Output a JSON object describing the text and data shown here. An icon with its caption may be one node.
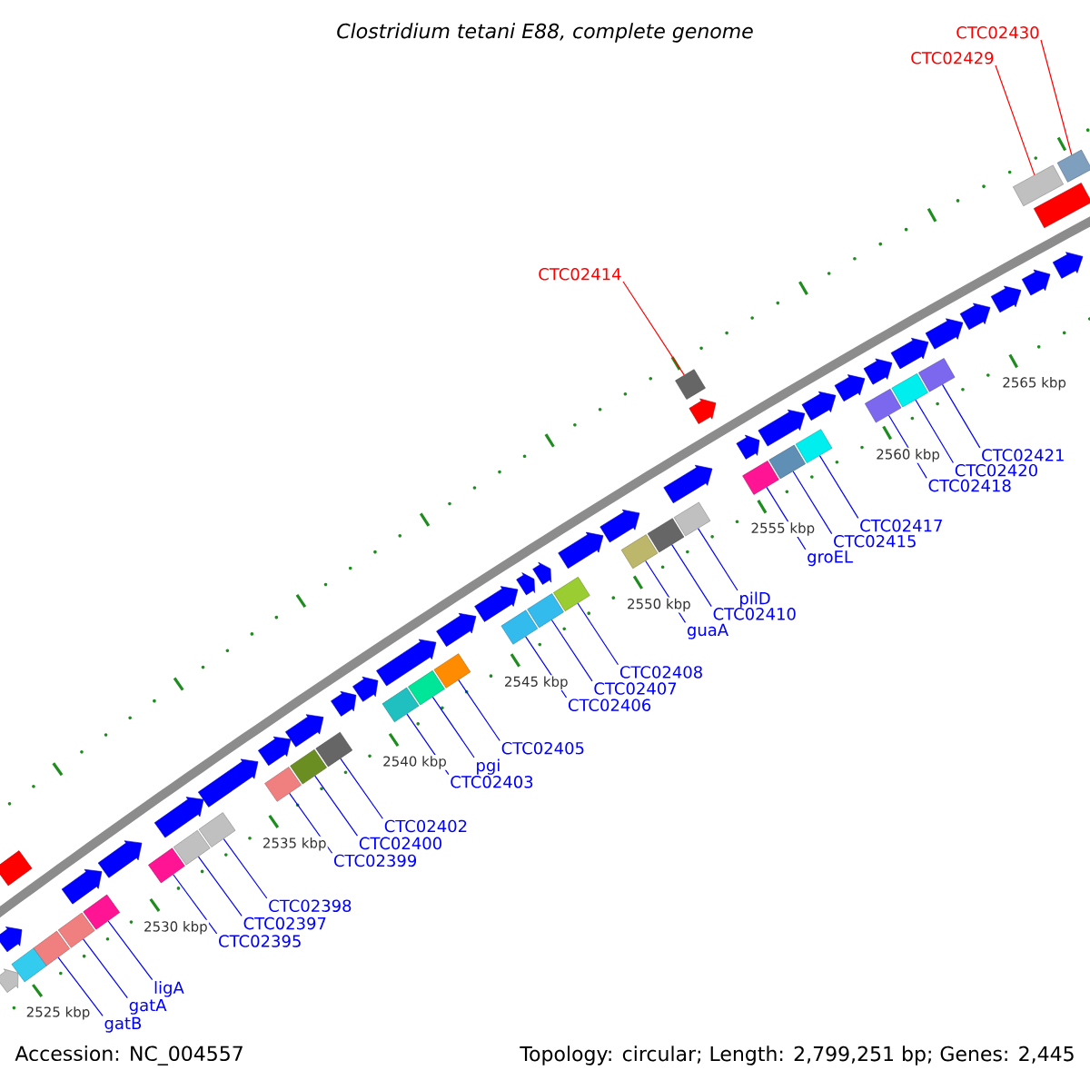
{
  "diagram": {
    "title": "Clostridium tetani E88, complete genome",
    "nodes": [
      {
        "text": [
          "CTC02430"
        ]
      },
      {
        "text": [
          "CTC02429"
        ]
      },
      {
        "text": [
          "CTC02414"
        ]
      },
      {
        "text": [
          "gatB"
        ]
      },
      {
        "text": [
          "gatA"
        ]
      },
      {
        "text": [
          "ligA"
        ]
      },
      {
        "text": [
          "CTC02395"
        ]
      },
      {
        "text": [
          "CTC02397"
        ]
      },
      {
        "text": [
          "CTC02398"
        ]
      },
      {
        "text": [
          "CTC02399"
        ]
      },
      {
        "text": [
          "CTC02400"
        ]
      },
      {
        "text": [
          "CTC02402"
        ]
      },
      {
        "text": [
          "CTC02403"
        ]
      },
      {
        "text": [
          "pgi"
        ]
      },
      {
        "text": [
          "CTC02405"
        ]
      },
      {
        "text": [
          "CTC02406"
        ]
      },
      {
        "text": [
          "CTC02407"
        ]
      },
      {
        "text": [
          "CTC02408"
        ]
      },
      {
        "text": [
          "guaA"
        ]
      },
      {
        "text": [
          "CTC02410"
        ]
      },
      {
        "text": [
          "pilD"
        ]
      },
      {
        "text": [
          "groEL"
        ]
      },
      {
        "text": [
          "CTC02415"
        ]
      },
      {
        "text": [
          "CTC02417"
        ]
      },
      {
        "text": [
          "CTC02418"
        ]
      },
      {
        "text": [
          "CTC02420"
        ]
      },
      {
        "text": [
          "CTC02421"
        ]
      },
      {
        "text": [],
        "shape": "box"
      },
      {
        "text": [],
        "shape": "box"
      },
      {
        "text": [],
        "shape": "box"
      },
      {
        "text": [],
        "shape": "box"
      },
      {
        "text": [],
        "shape": "box"
      },
      {
        "text": [],
        "shape": "box"
      },
      {
        "text": [],
        "shape": "box"
      },
      {
        "text": [],
        "shape": "box"
      },
      {
        "text": [],
        "shape": "box"
      },
      {
        "text": [],
        "shape": "box"
      },
      {
        "text": [],
        "shape": "box"
      },
      {
        "text": [],
        "shape": "box"
      },
      {
        "text": [],
        "shape": "box"
      },
      {
        "text": [],
        "shape": "box"
      },
      {
        "text": [],
        "shape": "box"
      },
      {
        "text": [],
        "shape": "box"
      },
      {
        "text": [],
        "shape": "box"
      },
      {
        "text": [],
        "shape": "box"
      },
      {
        "text": [],
        "shape": "box"
      },
      {
        "text": [],
        "shape": "box"
      },
      {
        "text": [],
        "shape": "box"
      },
      {
        "text": [],
        "shape": "box"
      },
      {
        "text": [],
        "shape": "box"
      },
      {
        "text": [],
        "shape": "box"
      },
      {
        "text": [],
        "shape": "box"
      },
      {
        "text": [],
        "shape": "box"
      },
      {
        "text": [],
        "shape": "box"
      },
      {
        "text": [],
        "shape": "arrow"
      },
      {
        "text": [],
        "shape": "arrow"
      },
      {
        "text": [],
        "shape": "box"
      },
      {
        "text": [],
        "shape": "box"
      },
      {
        "text": [],
        "shape": "arrow"
      },
      {
        "text": [],
        "shape": "arrow"
      },
      {
        "text": [],
        "shape": "arrow"
      },
      {
        "text": [],
        "shape": "arrow"
      },
      {
        "text": [],
        "shape": "arrow"
      },
      {
        "text": [],
        "shape": "arrow"
      },
      {
        "text": [],
        "shape": "arrow"
      },
      {
        "text": [],
        "shape": "arrow"
      },
      {
        "text": [],
        "shape": "arrow"
      },
      {
        "text": [],
        "shape": "arrow"
      },
      {
        "text": [],
        "shape": "arrow"
      },
      {
        "text": [],
        "shape": "arrow"
      },
      {
        "text": [],
        "shape": "arrow"
      },
      {
        "text": [],
        "shape": "arrow"
      },
      {
        "text": [],
        "shape": "arrow"
      },
      {
        "text": [],
        "shape": "arrow"
      },
      {
        "text": [],
        "shape": "arrow"
      },
      {
        "text": [],
        "shape": "arrow"
      },
      {
        "text": [],
        "shape": "arrow"
      },
      {
        "text": [],
        "shape": "arrow"
      },
      {
        "text": [],
        "shape": "arrow"
      },
      {
        "text": [],
        "shape": "arrow"
      },
      {
        "text": [],
        "shape": "arrow"
      },
      {
        "text": [],
        "shape": "arrow"
      },
      {
        "text": [],
        "shape": "arrow"
      },
      {
        "text": [],
        "shape": "arrow"
      },
      {
        "text": [],
        "shape": "arrow"
      },
      {
        "text": [],
        "shape": "box"
      },
      {
        "text": [],
        "shape": "arrow"
      }
    ],
    "edges": [
      {
        "from": 0,
        "to": 27,
        "arrow": "none",
        "color": "#ff0000"
      },
      {
        "from": 1,
        "to": 28,
        "arrow": "none",
        "color": "#ff0000"
      },
      {
        "from": 2,
        "to": 29,
        "arrow": "none",
        "color": "#ff0000"
      },
      {
        "from": 3,
        "to": 30,
        "arrow": "none"
      },
      {
        "from": 4,
        "to": 31,
        "arrow": "none"
      },
      {
        "from": 5,
        "to": 32,
        "arrow": "none"
      },
      {
        "from": 6,
        "to": 33,
        "arrow": "none"
      },
      {
        "from": 7,
        "to": 34,
        "arrow": "none"
      },
      {
        "from": 8,
        "to": 35,
        "arrow": "none"
      },
      {
        "from": 9,
        "to": 36,
        "arrow": "none"
      },
      {
        "from": 10,
        "to": 37,
        "arrow": "none"
      },
      {
        "from": 11,
        "to": 38,
        "arrow": "none"
      },
      {
        "from": 12,
        "to": 39,
        "arrow": "none"
      },
      {
        "from": 13,
        "to": 40,
        "arrow": "none"
      },
      {
        "from": 14,
        "to": 41,
        "arrow": "none"
      },
      {
        "from": 15,
        "to": 42,
        "arrow": "none"
      },
      {
        "from": 16,
        "to": 43,
        "arrow": "none"
      },
      {
        "from": 17,
        "to": 44,
        "arrow": "none"
      },
      {
        "from": 18,
        "to": 45,
        "arrow": "none"
      },
      {
        "from": 19,
        "to": 46,
        "arrow": "none"
      },
      {
        "from": 20,
        "to": 47,
        "arrow": "none"
      },
      {
        "from": 21,
        "to": 48,
        "arrow": "none"
      },
      {
        "from": 22,
        "to": 49,
        "arrow": "none"
      },
      {
        "from": 23,
        "to": 50,
        "arrow": "none"
      },
      {
        "from": 24,
        "to": 51,
        "arrow": "none"
      },
      {
        "from": 25,
        "to": 52,
        "arrow": "none"
      },
      {
        "from": 26,
        "to": 53,
        "arrow": "none"
      }
    ],
    "labels": [
      "2525 kbp",
      "2530 kbp",
      "2535 kbp",
      "2540 kbp",
      "2545 kbp",
      "2550 kbp",
      "2555 kbp",
      "2560 kbp",
      "2565 kbp",
      "Accession: NC_004557",
      "Topology: circular; Length: 2,799,251 bp; Genes: 2,445"
    ]
  }
}
